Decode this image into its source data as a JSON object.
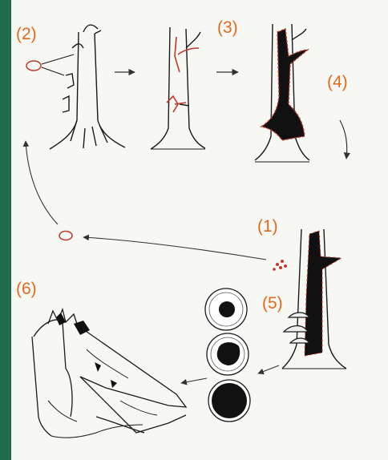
{
  "diagram": {
    "stages": [
      {
        "id": 2,
        "label": "(2)"
      },
      {
        "id": 3,
        "label": "(3)"
      },
      {
        "id": 4,
        "label": "(4)"
      },
      {
        "id": 1,
        "label": "(1)"
      },
      {
        "id": 5,
        "label": "(5)"
      },
      {
        "id": 6,
        "label": "(6)"
      }
    ],
    "colors": {
      "frame": "#1f6b4c",
      "paper": "#f7f7f3",
      "ink": "#1a1a1a",
      "infection": "#c0392b",
      "label": "#e2691c"
    }
  }
}
